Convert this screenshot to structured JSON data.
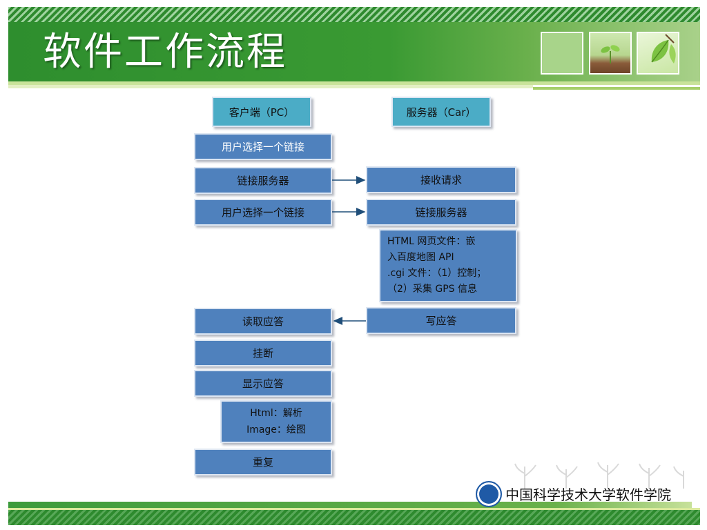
{
  "slide": {
    "title": "软件工作流程",
    "footer": "中国科学技术大学软件学院"
  },
  "client": {
    "header": "客户端（PC）",
    "steps": [
      "用户选择一个链接",
      "链接服务器",
      "用户选择一个链接",
      "读取应答",
      "挂断",
      "显示应答"
    ],
    "render": [
      "Html：解析",
      "Image：绘图"
    ],
    "repeat": "重复"
  },
  "server": {
    "header": "服务器（Car）",
    "steps": [
      "接收请求",
      "链接服务器"
    ],
    "files": [
      "HTML 网页文件：嵌",
      "入百度地图 API",
      ".cgi 文件：（1）控制；",
      "（2）采集 GPS 信息"
    ],
    "reply": "写应答"
  },
  "colors": {
    "box": "#4f81bd",
    "header_box": "#4bacc6",
    "arrow": "#1f4e79",
    "green": "#2e8a2e"
  },
  "icons": [
    "seedling-icon",
    "leaf-icon",
    "university-seal-icon"
  ]
}
